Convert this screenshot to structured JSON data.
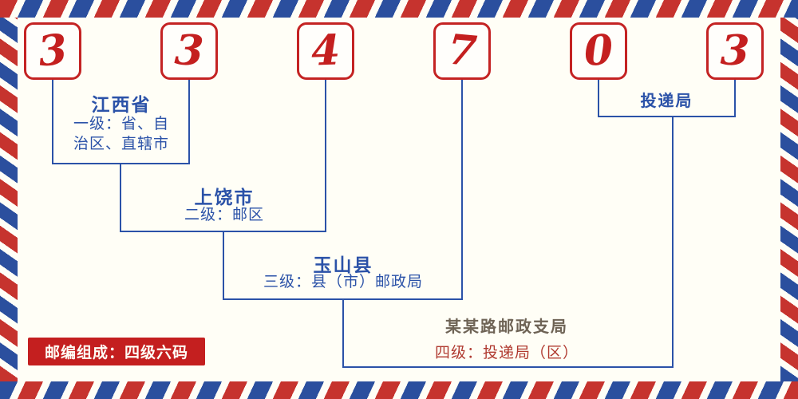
{
  "postal_code": {
    "digits": [
      "3",
      "3",
      "4",
      "7",
      "0",
      "3"
    ]
  },
  "annotations": {
    "level1": {
      "name": "江西省",
      "desc": "一级：省、自\n治区、直辖市"
    },
    "level2": {
      "name": "上饶市",
      "desc": "二级：邮区"
    },
    "level3": {
      "name": "玉山县",
      "desc": "三级：县（市）邮政局"
    },
    "level4": {
      "name": "某某路邮政支局",
      "desc": "四级：投递局（区）"
    },
    "delivery_office": "投递局"
  },
  "footer": {
    "badge": "邮编组成：四级六码"
  },
  "colors": {
    "digit_red": "#c41f1f",
    "box_border_red": "#c42323",
    "line_blue": "#2b52a8",
    "stripe_red": "#c6332e",
    "stripe_blue": "#2b4f9e",
    "badge_red": "#c41f1f",
    "level4_name_brown": "#6e6355",
    "level4_desc_red": "#b03a30",
    "background": "#fffef6"
  }
}
